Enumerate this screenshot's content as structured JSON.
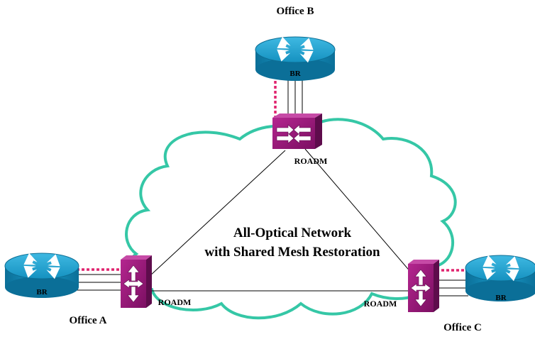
{
  "offices": {
    "a": {
      "name": "Office A",
      "router_label": "BR",
      "roadm_label": "ROADM"
    },
    "b": {
      "name": "Office B",
      "router_label": "BR",
      "roadm_label": "ROADM"
    },
    "c": {
      "name": "Office C",
      "router_label": "BR",
      "roadm_label": "ROADM"
    }
  },
  "network": {
    "title_line1": "All-Optical Network",
    "title_line2": "with Shared Mesh Restoration"
  },
  "colors": {
    "cloud_stroke": "#35c7a6",
    "router_top": "#1da3cf",
    "router_side": "#0a7aa4",
    "roadm_fill": "#9b1a7c",
    "roadm_dark": "#5e0c4c",
    "dotted_link": "#e0246f"
  }
}
